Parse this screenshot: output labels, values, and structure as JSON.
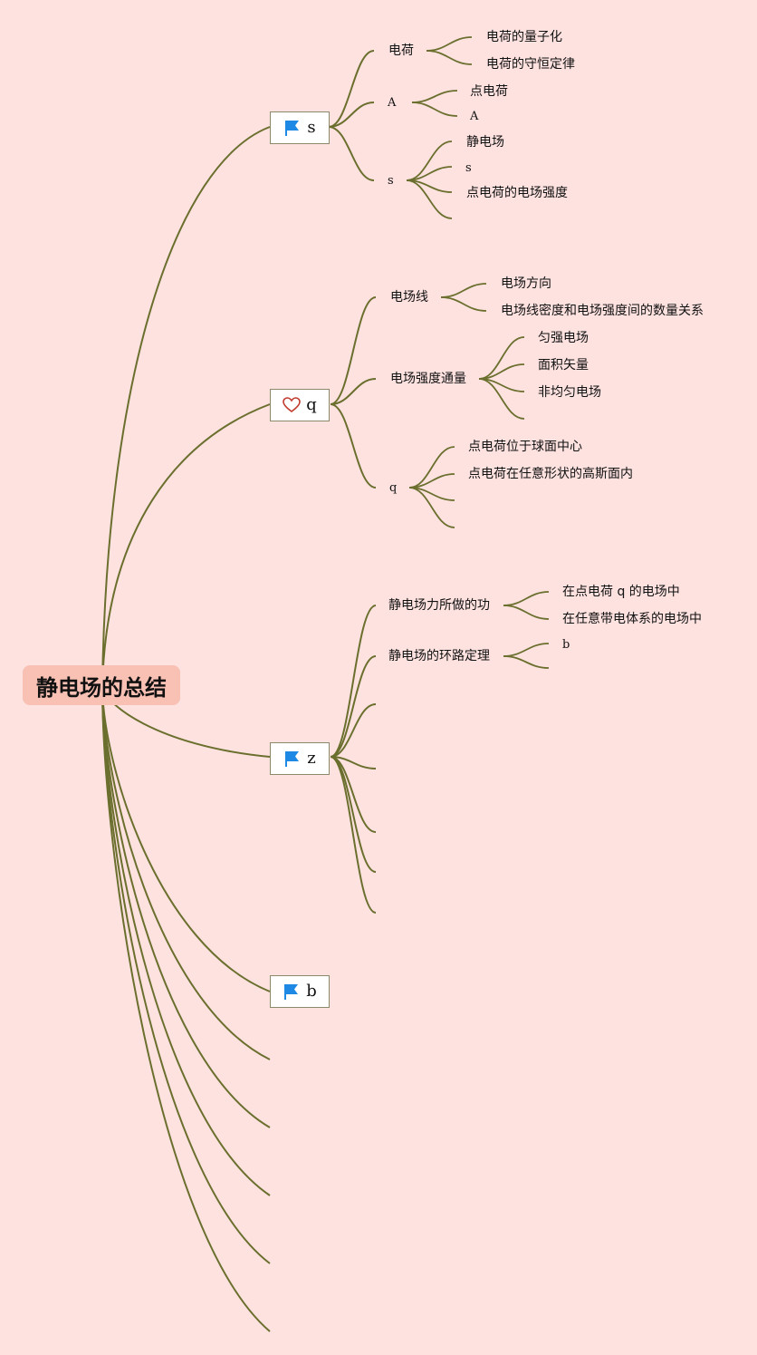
{
  "root": "静电场的总结",
  "branches": [
    {
      "label": "s",
      "icon": "flag-icon",
      "topics": [
        {
          "label": "电荷",
          "items": [
            "电荷的量子化",
            "电荷的守恒定律"
          ]
        },
        {
          "label": "A",
          "items": [
            "点电荷",
            "A"
          ]
        },
        {
          "label": "s",
          "items": [
            "静电场",
            "s",
            "点电荷的电场强度"
          ]
        }
      ]
    },
    {
      "label": "q",
      "icon": "heart-icon",
      "topics": [
        {
          "label": "电场线",
          "items": [
            "电场方向",
            "电场线密度和电场强度间的数量关系"
          ]
        },
        {
          "label": "电场强度通量",
          "items": [
            "匀强电场",
            "面积矢量",
            "非均匀电场"
          ]
        },
        {
          "label": "q",
          "items": [
            "点电荷位于球面中心",
            "点电荷在任意形状的高斯面内"
          ]
        }
      ]
    },
    {
      "label": "z",
      "icon": "flag-icon",
      "topics": [
        {
          "label": "静电场力所做的功",
          "items": [
            "在点电荷 q 的电场中",
            "在任意带电体系的电场中"
          ]
        },
        {
          "label": "静电场的环路定理",
          "items": [
            "b"
          ]
        }
      ]
    },
    {
      "label": "b",
      "icon": "flag-icon",
      "topics": []
    }
  ],
  "colors": {
    "line": "#6b6f2e",
    "background": "#fde2e0",
    "root_fill": "#f9c0b4",
    "flag": "#1e88e5",
    "heart": "#c0392b"
  }
}
